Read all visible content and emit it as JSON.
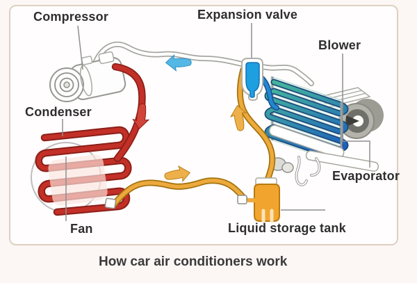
{
  "caption": "How car air conditioners work",
  "labels": {
    "compressor": "Compressor",
    "expansion_valve": "Expansion valve",
    "blower": "Blower",
    "condenser": "Condenser",
    "evaporator": "Evaporator",
    "fan": "Fan",
    "liquid_storage_tank": "Liquid storage tank"
  },
  "flow_arrows": [
    {
      "name": "suction-flow",
      "direction": "left",
      "color": "#55b7e6"
    },
    {
      "name": "discharge-flow",
      "direction": "down",
      "color": "#d0443a"
    },
    {
      "name": "liquid-flow",
      "direction": "right",
      "color": "#eeb04a"
    },
    {
      "name": "riser-flow",
      "direction": "up",
      "color": "#eeb04a"
    }
  ],
  "colors": {
    "background": "#fcf6f5",
    "panel_fill": "#fffdfd",
    "panel_border": "#ddd0c0",
    "hot_pipe": "#c23028",
    "liquid_pipe": "#edaa3c",
    "suction_pipe": "#ffffff",
    "outlet_pipe": "#2487d2",
    "valve_blue": "#1e9fe0",
    "evap_teal": "#45b39d",
    "evap_blue": "#1a57c0",
    "tank_orange": "#f2a52e",
    "blower_gray": "#b3b3ab",
    "fan_ring": "#bdbdbd",
    "arrow_blue": "#55b7e6",
    "arrow_red": "#d0443a",
    "arrow_orange": "#eeb04a",
    "leader_gray": "#8f8f8f",
    "label_text": "#2e2e2e",
    "caption_text": "#3a3a3a"
  }
}
